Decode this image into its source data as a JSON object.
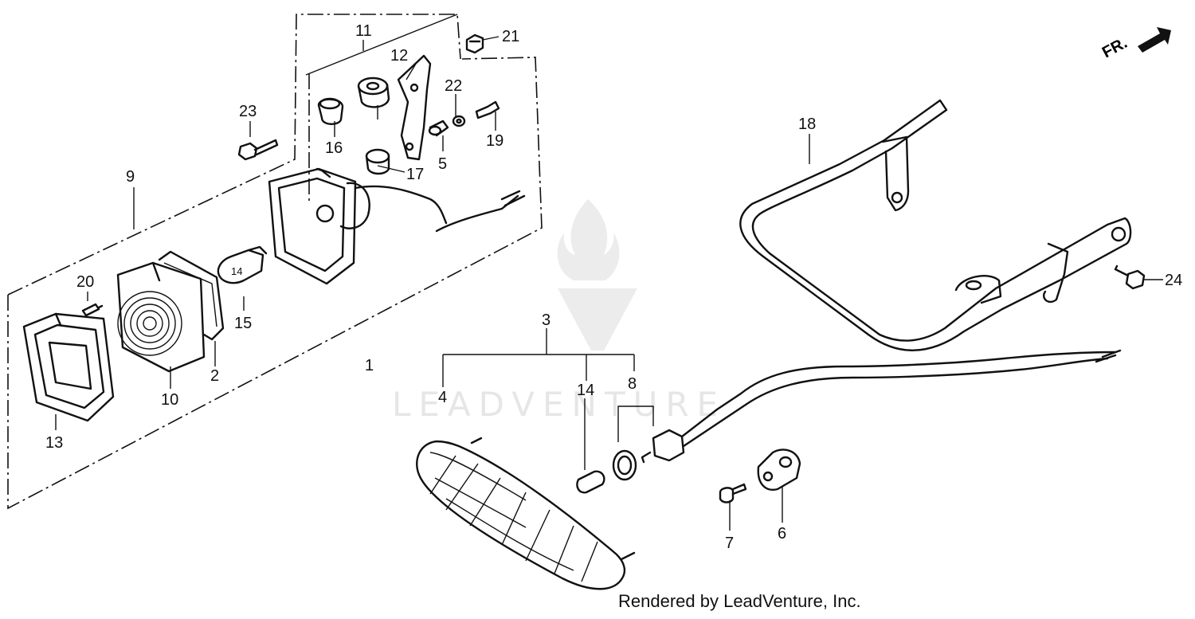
{
  "watermark": {
    "brand_text": "LEADVENTURE"
  },
  "direction_marker": {
    "label": "FR."
  },
  "footer": {
    "rendered_by": "Rendered by LeadVenture, Inc."
  },
  "callouts": [
    {
      "id": "1",
      "text": "1"
    },
    {
      "id": "2",
      "text": "2"
    },
    {
      "id": "3",
      "text": "3"
    },
    {
      "id": "4",
      "text": "4"
    },
    {
      "id": "5",
      "text": "5"
    },
    {
      "id": "6",
      "text": "6"
    },
    {
      "id": "7",
      "text": "7"
    },
    {
      "id": "8",
      "text": "8"
    },
    {
      "id": "9",
      "text": "9"
    },
    {
      "id": "10",
      "text": "10"
    },
    {
      "id": "11",
      "text": "11"
    },
    {
      "id": "12",
      "text": "12"
    },
    {
      "id": "13",
      "text": "13"
    },
    {
      "id": "14",
      "text": "14"
    },
    {
      "id": "15",
      "text": "15"
    },
    {
      "id": "16",
      "text": "16"
    },
    {
      "id": "17",
      "text": "17"
    },
    {
      "id": "18",
      "text": "18"
    },
    {
      "id": "19",
      "text": "19"
    },
    {
      "id": "20",
      "text": "20"
    },
    {
      "id": "21",
      "text": "21"
    },
    {
      "id": "22",
      "text": "22"
    },
    {
      "id": "23",
      "text": "23"
    },
    {
      "id": "24",
      "text": "24"
    }
  ]
}
